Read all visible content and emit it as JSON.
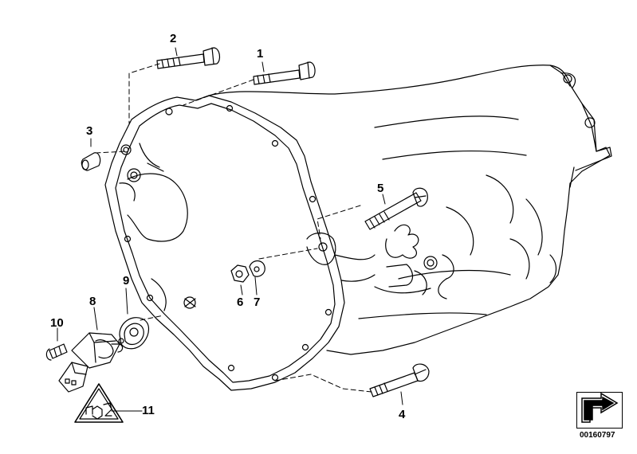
{
  "callouts": [
    {
      "id": "1",
      "text": "1"
    },
    {
      "id": "2",
      "text": "2"
    },
    {
      "id": "3",
      "text": "3"
    },
    {
      "id": "4",
      "text": "4"
    },
    {
      "id": "5",
      "text": "5"
    },
    {
      "id": "6",
      "text": "6"
    },
    {
      "id": "7",
      "text": "7"
    },
    {
      "id": "8",
      "text": "8"
    },
    {
      "id": "9",
      "text": "9"
    },
    {
      "id": "10",
      "text": "10"
    },
    {
      "id": "11",
      "text": "11"
    }
  ],
  "document_number": "00160797",
  "icons": {
    "corner_logo": "arrow-logo-icon",
    "warning_symbol": "caution-triangle-icon"
  },
  "colors": {
    "line": "#000000",
    "background": "#ffffff"
  }
}
